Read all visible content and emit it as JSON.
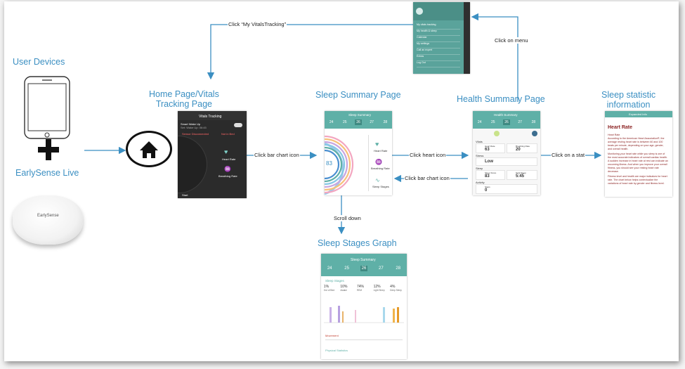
{
  "headings": {
    "user_devices": "User Devices",
    "earlysense_live": "EarlySense Live",
    "home_page": "Home Page/Vitals\nTracking Page",
    "sleep_summary": "Sleep Summary Page",
    "health_summary": "Health Summary Page",
    "sleep_statistic": "Sleep statistic\ninformation",
    "sleep_stages_graph": "Sleep Stages Graph"
  },
  "transitions": {
    "my_vitals": "Click “My VitalsTracking”",
    "menu": "Click on menu",
    "bar_chart_1": "Click bar chart  icon",
    "heart_icon": "Click heart icon",
    "bar_chart_2": "Click bar chart icon",
    "stat": "Click on a stat",
    "scroll": "Scroll down"
  },
  "device": {
    "brand": "EarlySense"
  },
  "screens": {
    "menu": {
      "items": [
        "My vitals tracking",
        "My health & sleep",
        "Calendar",
        "My settings",
        "Call an expert",
        "Extras",
        "Log Out"
      ]
    },
    "home": {
      "title": "Vitals Tracking",
      "smart_wakeup": "Smart Wake Up",
      "wakeup_time": "Set: Wake Up: 06:45",
      "sensor_disconnected": "Sensor Disconnected",
      "not_in_bed": "Not in Bed",
      "heart_rate": "Heart Rate",
      "breathing_rate": "Breathing Rate",
      "start": "Start"
    },
    "sleep_summary": {
      "title": "Sleep Summary",
      "dates": [
        "24",
        "25",
        "26",
        "27",
        "28"
      ],
      "score": "83",
      "side_labels": [
        "Heart Rate",
        "Breathing Rate",
        "Sleep Stages"
      ]
    },
    "health_summary": {
      "title": "Health Summary",
      "dates": [
        "24",
        "25",
        "26",
        "27",
        "28"
      ],
      "vitals": "Vitals",
      "heart_rate": "Heart Rate",
      "heart_val": "63",
      "breathing_rate": "Breathing Rate",
      "breathing_val": "20",
      "stress": "Stress",
      "stress_val": "Low",
      "sleep": "Sleep",
      "sleep_score": "Sleep Score",
      "sleep_score_val": "83",
      "total_sleep": "Total Sleep",
      "total_sleep_val": "5:45",
      "activity": "Activity",
      "steps": "Steps",
      "steps_val": "0"
    },
    "stat": {
      "title": "Expanded Info",
      "heading": "Heart Rate",
      "sub": "Heart Rate",
      "p1": "According to the American Heart Association®, the average resting heart rate is between 60 and 100 beats per minute, depending on your age, gender, and overall health.",
      "p2": "Monitoring your heart rate while you sleep is one of the most accurate indicators of overall cardiac health. A sudden increase in heart rate at rest can indicate an oncoming illness. And when you improve your overall fitness, you should see your resting heart rate decrease.",
      "p3": "Fitness level and health are major indicators for heart rate. The chart below helps contextualize the variations of heart rate by gender and fitness level."
    },
    "stages": {
      "title": "Sleep Summary",
      "dates": [
        "24",
        "25",
        "26",
        "27",
        "28"
      ],
      "section": "Sleep Stages",
      "percents": [
        "1%",
        "10%",
        "74%",
        "12%",
        "4%"
      ],
      "stage_names": [
        "Out of Bed",
        "Awake",
        "REM",
        "Light Sleep",
        "Deep Sleep"
      ],
      "movement": "Movement",
      "physical": "Physical Statistics"
    }
  },
  "colors": {
    "accent_blue": "#3b8fc2",
    "teal": "#5fb0a7",
    "dark": "#2b2b2b"
  }
}
